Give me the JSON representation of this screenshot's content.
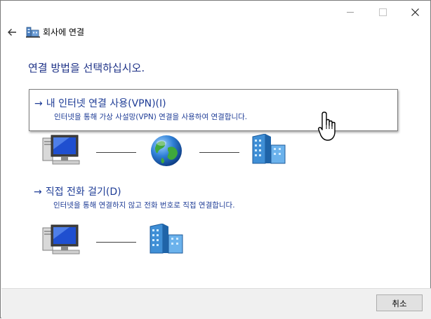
{
  "window": {
    "title": "회사에 연결",
    "title_icon": "network-connection-icon",
    "back_icon": "back-arrow-icon",
    "minimize_icon": "minimize-icon",
    "maximize_icon": "maximize-icon",
    "close_icon": "close-icon"
  },
  "main": {
    "heading": "연결 방법을 선택하십시오.",
    "options": [
      {
        "arrow": "→",
        "title": "내 인터넷 연결 사용(VPN)(I)",
        "description": "인터넷을 통해 가상 사설망(VPN) 연결을 사용하여 연결합니다.",
        "diagram": [
          "computer-icon",
          "internet-globe-icon",
          "office-building-icon"
        ]
      },
      {
        "arrow": "→",
        "title": "직접 전화 걸기(D)",
        "description": "인터넷을 통해 연결하지 않고 전화 번호로 직접 연결합니다.",
        "diagram": [
          "computer-icon",
          "office-building-icon"
        ]
      }
    ]
  },
  "footer": {
    "cancel_label": "취소"
  },
  "colors": {
    "heading": "#1e3287",
    "link": "#1e3c96",
    "footer_bg": "#f0f0f0",
    "button_bg": "#e1e1e1"
  }
}
